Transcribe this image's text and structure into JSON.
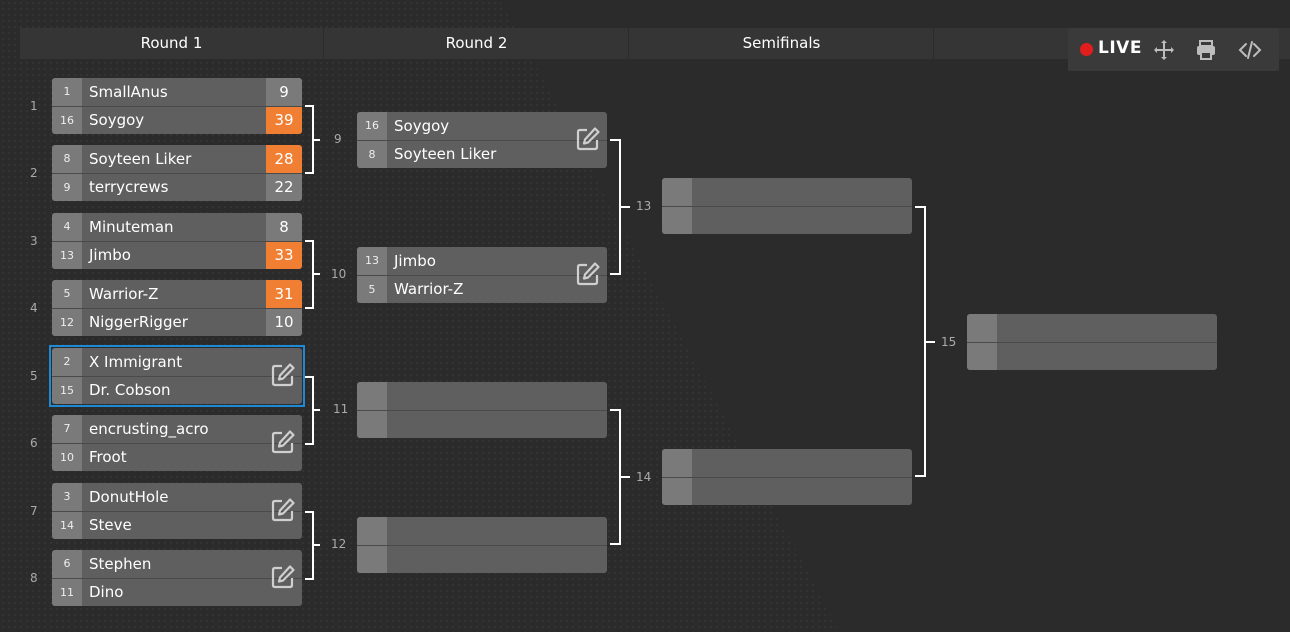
{
  "rounds": [
    {
      "label": "Round 1"
    },
    {
      "label": "Round 2"
    },
    {
      "label": "Semifinals"
    },
    {
      "label": ""
    }
  ],
  "toolbar": {
    "live_label": "LIVE",
    "live_color": "#e21d1d",
    "icons": [
      "move-icon",
      "print-icon",
      "embed-code-icon"
    ]
  },
  "colors": {
    "win": "#f07f33",
    "selected_outline": "#1e8ad6"
  },
  "round1": {
    "match_labels": [
      "1",
      "2",
      "3",
      "4",
      "5",
      "6",
      "7",
      "8"
    ],
    "group_labels": [
      "9",
      "10",
      "11",
      "12"
    ],
    "matches": [
      {
        "p1": {
          "seed": "1",
          "name": "SmallAnus",
          "score": "9"
        },
        "p2": {
          "seed": "16",
          "name": "Soygoy",
          "score": "39"
        }
      },
      {
        "p1": {
          "seed": "8",
          "name": "Soyteen Liker",
          "score": "28"
        },
        "p2": {
          "seed": "9",
          "name": "terrycrews",
          "score": "22"
        }
      },
      {
        "p1": {
          "seed": "4",
          "name": "Minuteman",
          "score": "8"
        },
        "p2": {
          "seed": "13",
          "name": "Jimbo",
          "score": "33"
        }
      },
      {
        "p1": {
          "seed": "5",
          "name": "Warrior-Z",
          "score": "31"
        },
        "p2": {
          "seed": "12",
          "name": "NiggerRigger",
          "score": "10"
        }
      },
      {
        "p1": {
          "seed": "2",
          "name": "X Immigrant"
        },
        "p2": {
          "seed": "15",
          "name": "Dr. Cobson"
        }
      },
      {
        "p1": {
          "seed": "7",
          "name": "encrusting_acro"
        },
        "p2": {
          "seed": "10",
          "name": "Froot"
        }
      },
      {
        "p1": {
          "seed": "3",
          "name": "DonutHole"
        },
        "p2": {
          "seed": "14",
          "name": "Steve"
        }
      },
      {
        "p1": {
          "seed": "6",
          "name": "Stephen"
        },
        "p2": {
          "seed": "11",
          "name": "Dino"
        }
      }
    ]
  },
  "round2": {
    "group_labels": [
      "13",
      "14"
    ],
    "matches": [
      {
        "p1": {
          "seed": "16",
          "name": "Soygoy"
        },
        "p2": {
          "seed": "8",
          "name": "Soyteen Liker"
        }
      },
      {
        "p1": {
          "seed": "13",
          "name": "Jimbo"
        },
        "p2": {
          "seed": "5",
          "name": "Warrior-Z"
        }
      }
    ]
  },
  "semis": {
    "group_label": "15"
  }
}
